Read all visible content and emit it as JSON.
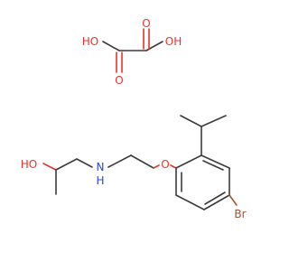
{
  "molecule": {
    "components": [
      {
        "name": "oxalic-acid",
        "atom_labels": [
          "HO",
          "OH",
          "O",
          "O"
        ]
      },
      {
        "name": "amino-alcohol-aryl-ether",
        "atom_labels": [
          "HO",
          "N",
          "H",
          "O",
          "Br"
        ]
      }
    ]
  },
  "colors": {
    "bond": "#3c3c3c",
    "oxygen": "#e8322a",
    "nitrogen": "#2b48d6",
    "bromine": "#a0522d"
  }
}
